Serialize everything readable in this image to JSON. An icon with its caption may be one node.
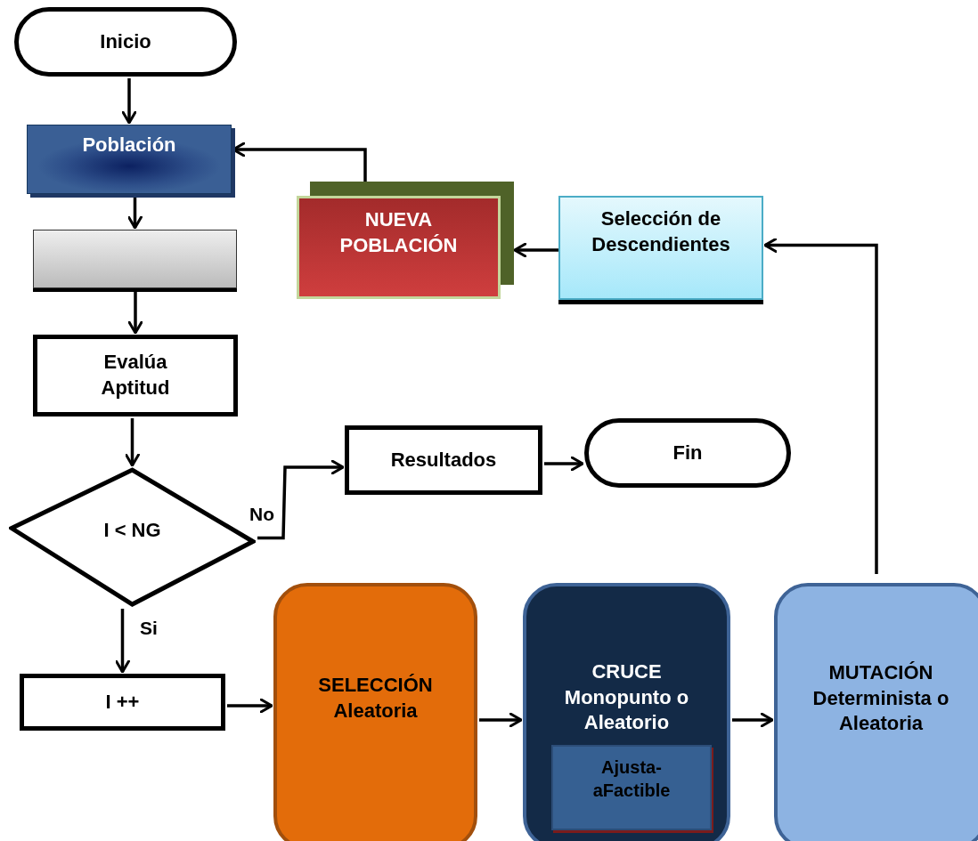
{
  "diagram": {
    "nodes": [
      {
        "text": [
          "Inicio"
        ]
      },
      {
        "text": [
          "Población"
        ]
      },
      {
        "text": [],
        "shape": "box"
      },
      {
        "text": [
          "Evalúa Aptitud"
        ]
      },
      {
        "text": [
          "I < NG"
        ]
      },
      {
        "text": [
          "Resultados"
        ]
      },
      {
        "text": [
          "Fin"
        ]
      },
      {
        "text": [
          "I ++"
        ]
      },
      {
        "text": [
          "SELECCIÓN Aleatoria"
        ]
      },
      {
        "text": [
          "CRUCE Monopunto o Aleatorio"
        ]
      },
      {
        "text": [
          "Ajusta-aFactible"
        ],
        "in": 9
      },
      {
        "text": [
          "MUTACIÓN Determinista o Aleatoria"
        ]
      },
      {
        "text": [
          "Selección de Descendientes"
        ]
      },
      {
        "text": [
          "NUEVA POBLACIÓN"
        ]
      }
    ],
    "edges": [
      {
        "from": 0,
        "to": 1,
        "arrow": "to"
      },
      {
        "from": 1,
        "to": 2,
        "arrow": "to"
      },
      {
        "from": 2,
        "to": 3,
        "arrow": "to"
      },
      {
        "from": 3,
        "to": 4,
        "arrow": "to"
      },
      {
        "from": 4,
        "to": 5,
        "arrow": "to",
        "label": "No"
      },
      {
        "from": 5,
        "to": 6,
        "arrow": "to"
      },
      {
        "from": 4,
        "to": 7,
        "arrow": "to",
        "label": "Si"
      },
      {
        "from": 7,
        "to": 8,
        "arrow": "to"
      },
      {
        "from": 8,
        "to": 9,
        "arrow": "to"
      },
      {
        "from": 9,
        "to": 11,
        "arrow": "to"
      },
      {
        "from": 11,
        "to": 12,
        "arrow": "to"
      },
      {
        "from": 12,
        "to": 13,
        "arrow": "to"
      },
      {
        "from": 13,
        "to": 1,
        "arrow": "to"
      }
    ]
  }
}
